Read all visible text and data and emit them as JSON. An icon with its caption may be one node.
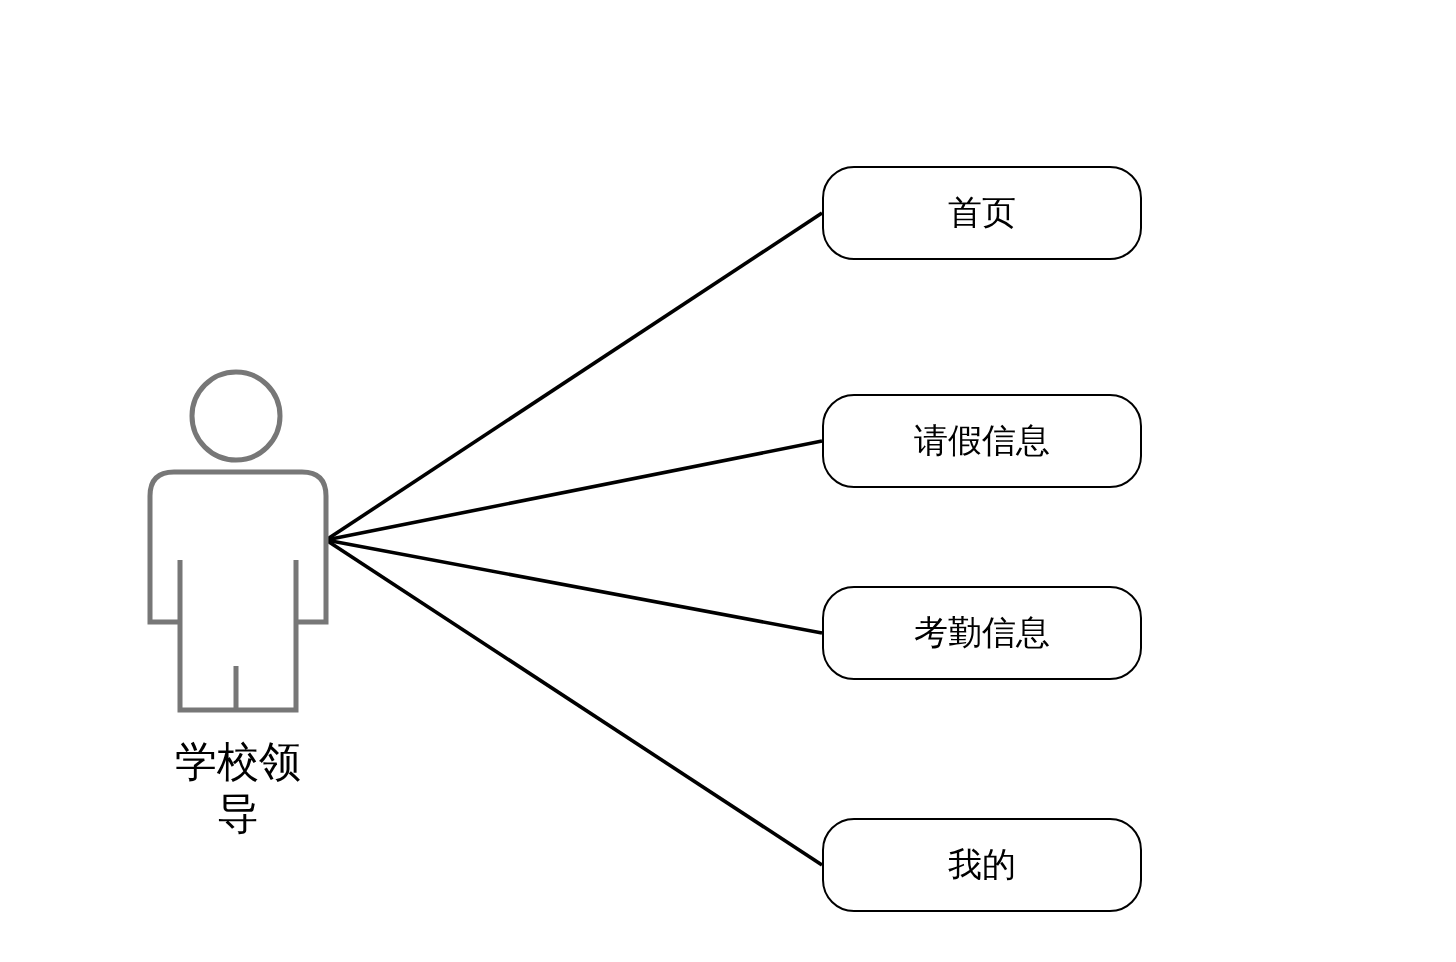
{
  "diagram": {
    "nodes": [
      {
        "text": [
          "学校领导"
        ]
      },
      {
        "text": [
          "首页"
        ]
      },
      {
        "text": [
          "请假信息"
        ]
      },
      {
        "text": [
          "考勤信息"
        ]
      },
      {
        "text": [
          "我的"
        ]
      }
    ],
    "edges": [
      {
        "from": 0,
        "to": 1,
        "arrow": "none"
      },
      {
        "from": 0,
        "to": 2,
        "arrow": "none"
      },
      {
        "from": 0,
        "to": 3,
        "arrow": "none"
      },
      {
        "from": 0,
        "to": 4,
        "arrow": "none"
      }
    ]
  }
}
